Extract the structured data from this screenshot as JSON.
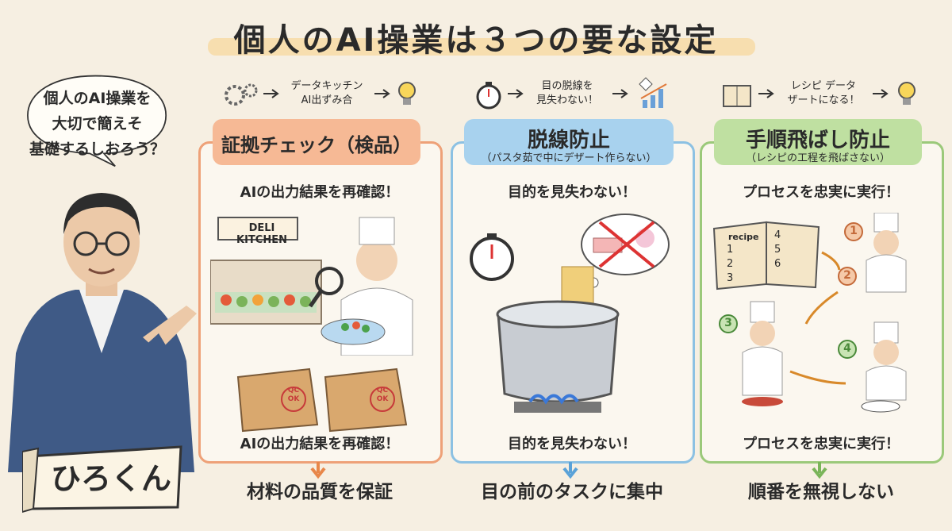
{
  "title": "個人のAI操業は３つの要な設定",
  "speech": {
    "line1": "個人のAI操業を",
    "line2": "大切で簡えそ",
    "line3": "基礎するしおろう？"
  },
  "name": "ひろくん",
  "panels": [
    {
      "flow": {
        "line1": "データキッチン",
        "line2": "AI出ずみ合"
      },
      "title": "証拠チェック（検品）",
      "sub": "",
      "top_text": "AIの出力結果を再確認！",
      "sign": "DELI KITCHEN",
      "box_stamp_top": "QC",
      "box_stamp_bottom": "OK",
      "bottom_text": "AIの出力結果を再確認！",
      "result": "材料の品質を保証",
      "color": "#eea178"
    },
    {
      "flow": {
        "line1": "目の脱線を",
        "line2": "見失わない！"
      },
      "title": "脱線防止",
      "sub": "（パスタ茹で中にデザート作らない）",
      "top_text": "目的を見失わない！",
      "bottom_text": "目的を見失わない！",
      "result": "目の前のタスクに集中",
      "color": "#8cc1e3"
    },
    {
      "flow": {
        "line1": "レシピ データ",
        "line2": "ザートになる！"
      },
      "title": "手順飛ばし防止",
      "sub": "（レシピの工程を飛ばさない）",
      "top_text": "プロセスを忠実に実行！",
      "book_label": "recipe",
      "steps": [
        "1",
        "2",
        "3",
        "4"
      ],
      "book_nums": [
        "1",
        "2",
        "3",
        "4",
        "5",
        "6"
      ],
      "bottom_text": "プロセスを忠実に実行！",
      "result": "順番を無視しない",
      "color": "#9bc97a"
    }
  ]
}
